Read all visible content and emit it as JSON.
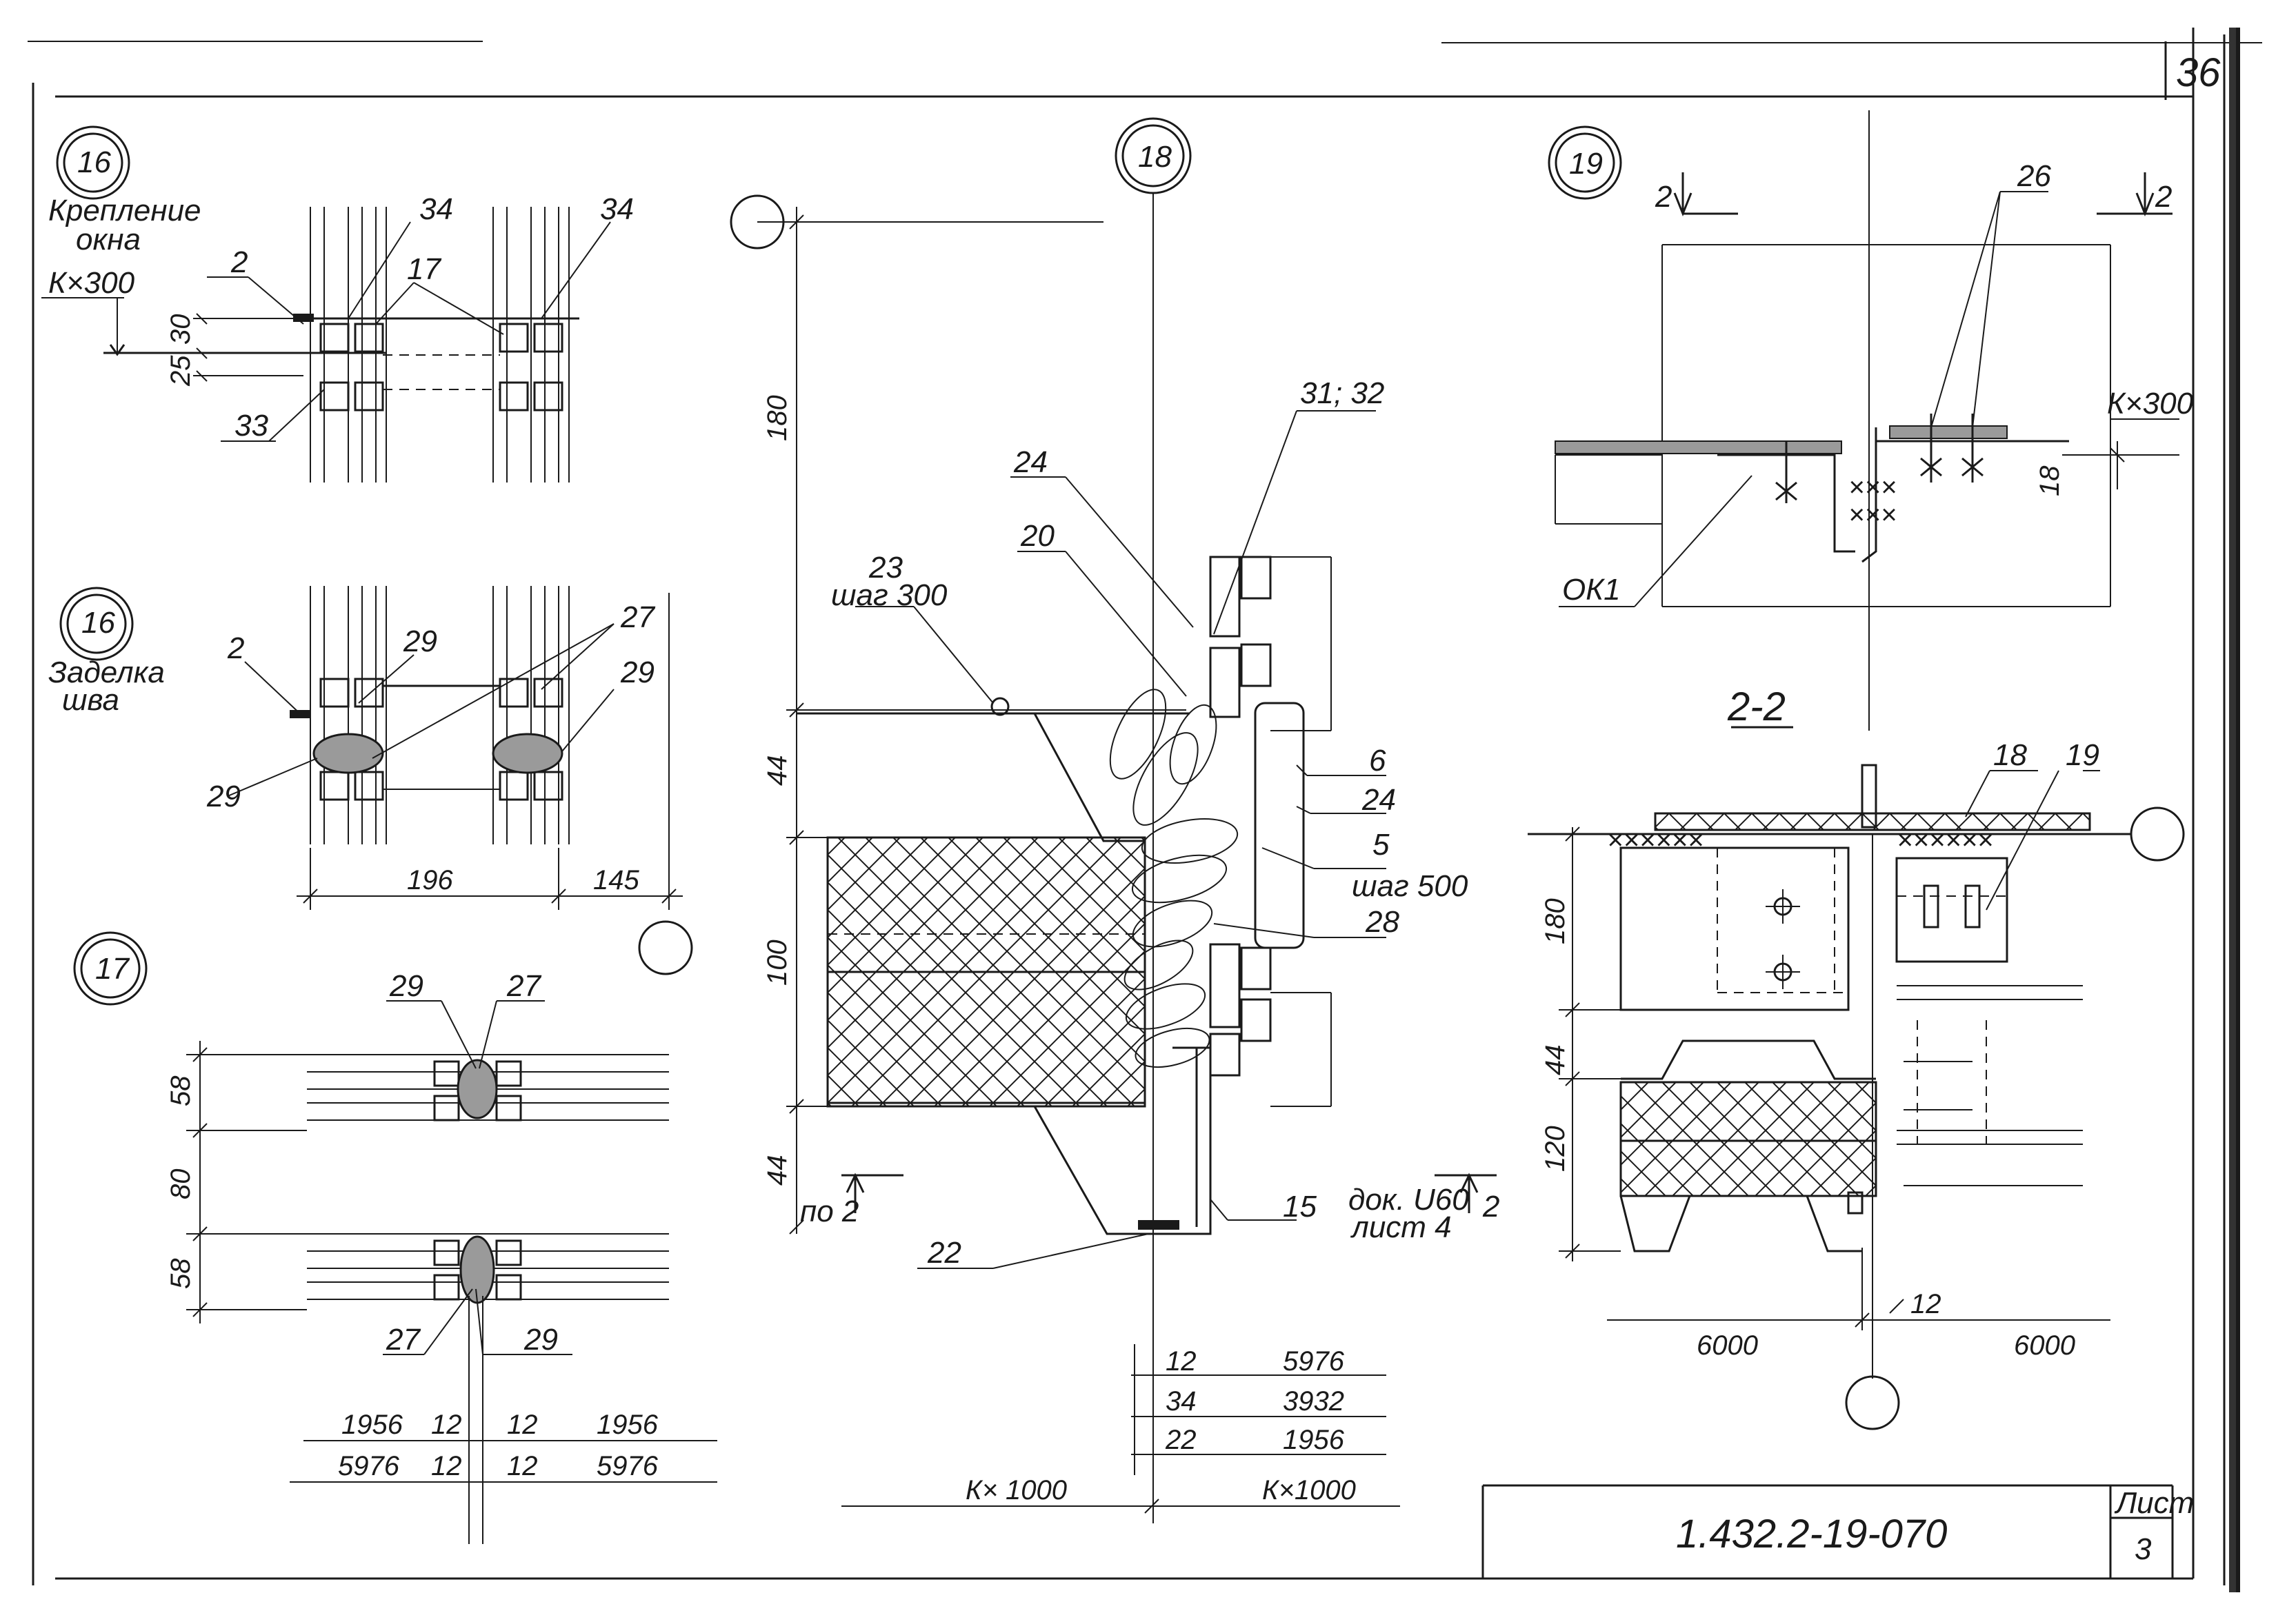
{
  "sheet": {
    "page_number": "36",
    "code": "1.432.2-19-070",
    "list_label": "Лист",
    "list_number": "3"
  },
  "node16a": {
    "number": "16",
    "title_line1": "Крепление",
    "title_line2": "окна",
    "level": "К×300",
    "callouts": {
      "a": "2",
      "b": "34",
      "c": "34",
      "d": "17",
      "e": "33"
    },
    "dims": {
      "a": "30",
      "b": "25"
    }
  },
  "node16b": {
    "number": "16",
    "title_line1": "Заделка",
    "title_line2": "шва",
    "callouts": {
      "a": "2",
      "b": "29",
      "c": "27",
      "d": "29",
      "e": "29"
    },
    "dims": {
      "a": "196",
      "b": "145"
    }
  },
  "node17": {
    "number": "17",
    "callouts": {
      "a": "29",
      "b": "27",
      "c": "27",
      "d": "29"
    },
    "dims": {
      "a": "58",
      "b": "80",
      "c": "58"
    },
    "dim_rows": [
      {
        "left": "1956",
        "mid_l": "12",
        "mid_r": "12",
        "right": "1956"
      },
      {
        "left": "5976",
        "mid_l": "12",
        "mid_r": "12",
        "right": "5976"
      }
    ]
  },
  "node18": {
    "number": "18",
    "callouts": {
      "c3132": "31; 32",
      "c24a": "24",
      "c20": "20",
      "c23": "23",
      "c23s": "шаг 300",
      "c6": "6",
      "c24b": "24",
      "c5": "5",
      "c5s": "шаг 500",
      "c28": "28",
      "c15": "15",
      "c22": "22",
      "doc1": "док. U60",
      "doc2": "лист 4",
      "section": "2",
      "section_left": "по 2"
    },
    "dims": {
      "a": "180",
      "b": "44",
      "c": "100",
      "d": "44"
    },
    "dim_rows": [
      {
        "left": "12",
        "right": "5976"
      },
      {
        "left": "34",
        "right": "3932"
      },
      {
        "left": "22",
        "right": "1956"
      }
    ],
    "bottom_left": "К× 1000",
    "bottom_right": "К×1000"
  },
  "node19": {
    "number": "19",
    "callouts": {
      "c26": "26",
      "ok1": "ОК1"
    },
    "section_left": "2",
    "section_right": "2",
    "level": "К×300",
    "dim": "18"
  },
  "section22": {
    "title": "2-2",
    "callouts": {
      "c18": "18",
      "c19": "19"
    },
    "dims": {
      "a": "180",
      "b": "44",
      "c": "120",
      "d": "12"
    },
    "bottom_left": "6000",
    "bottom_right": "6000"
  }
}
